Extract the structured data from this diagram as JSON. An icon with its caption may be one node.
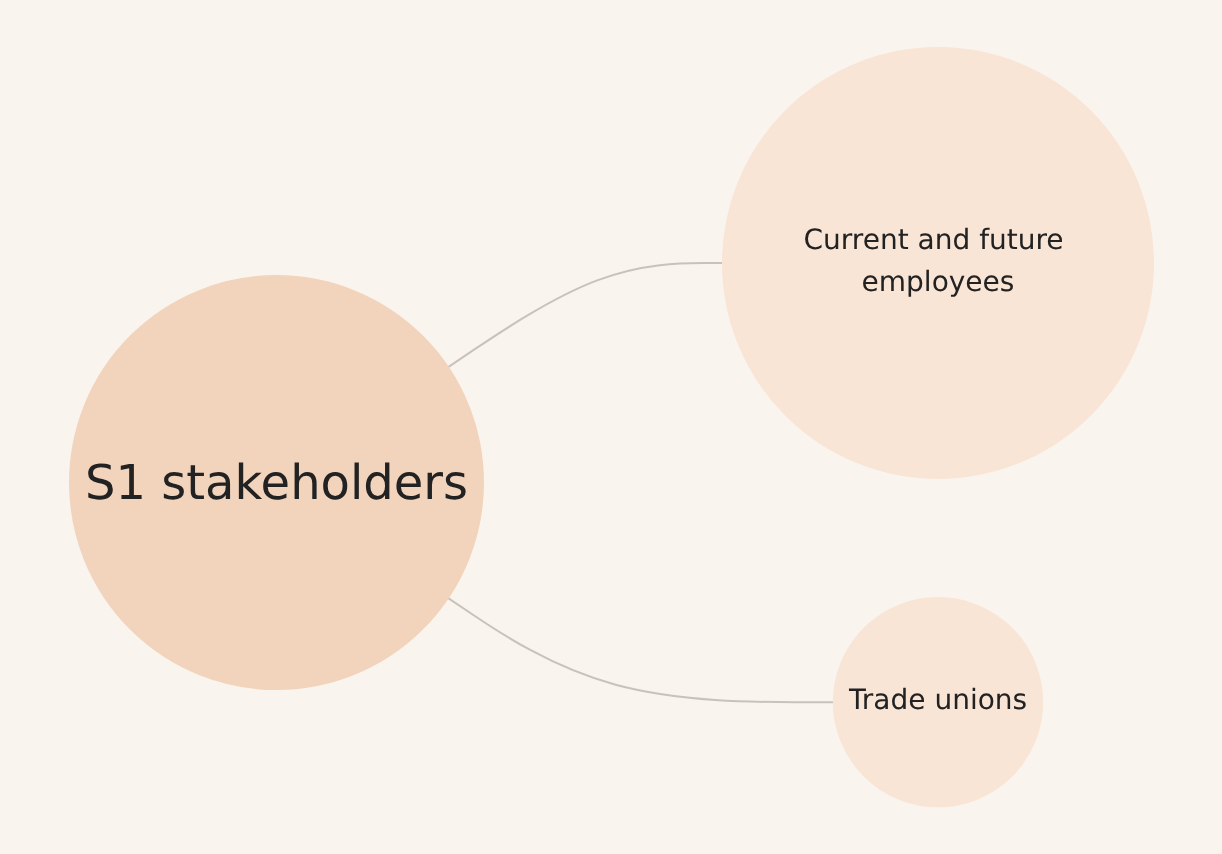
{
  "diagram": {
    "nodes": [
      {
        "text": [
          "S1 stakeholders"
        ]
      },
      {
        "text": [
          "Current and future employees"
        ]
      },
      {
        "text": [
          "Trade unions"
        ]
      }
    ],
    "edges": [
      {
        "from": 0,
        "to": 1,
        "arrow": "none"
      },
      {
        "from": 0,
        "to": 2,
        "arrow": "none"
      }
    ]
  }
}
